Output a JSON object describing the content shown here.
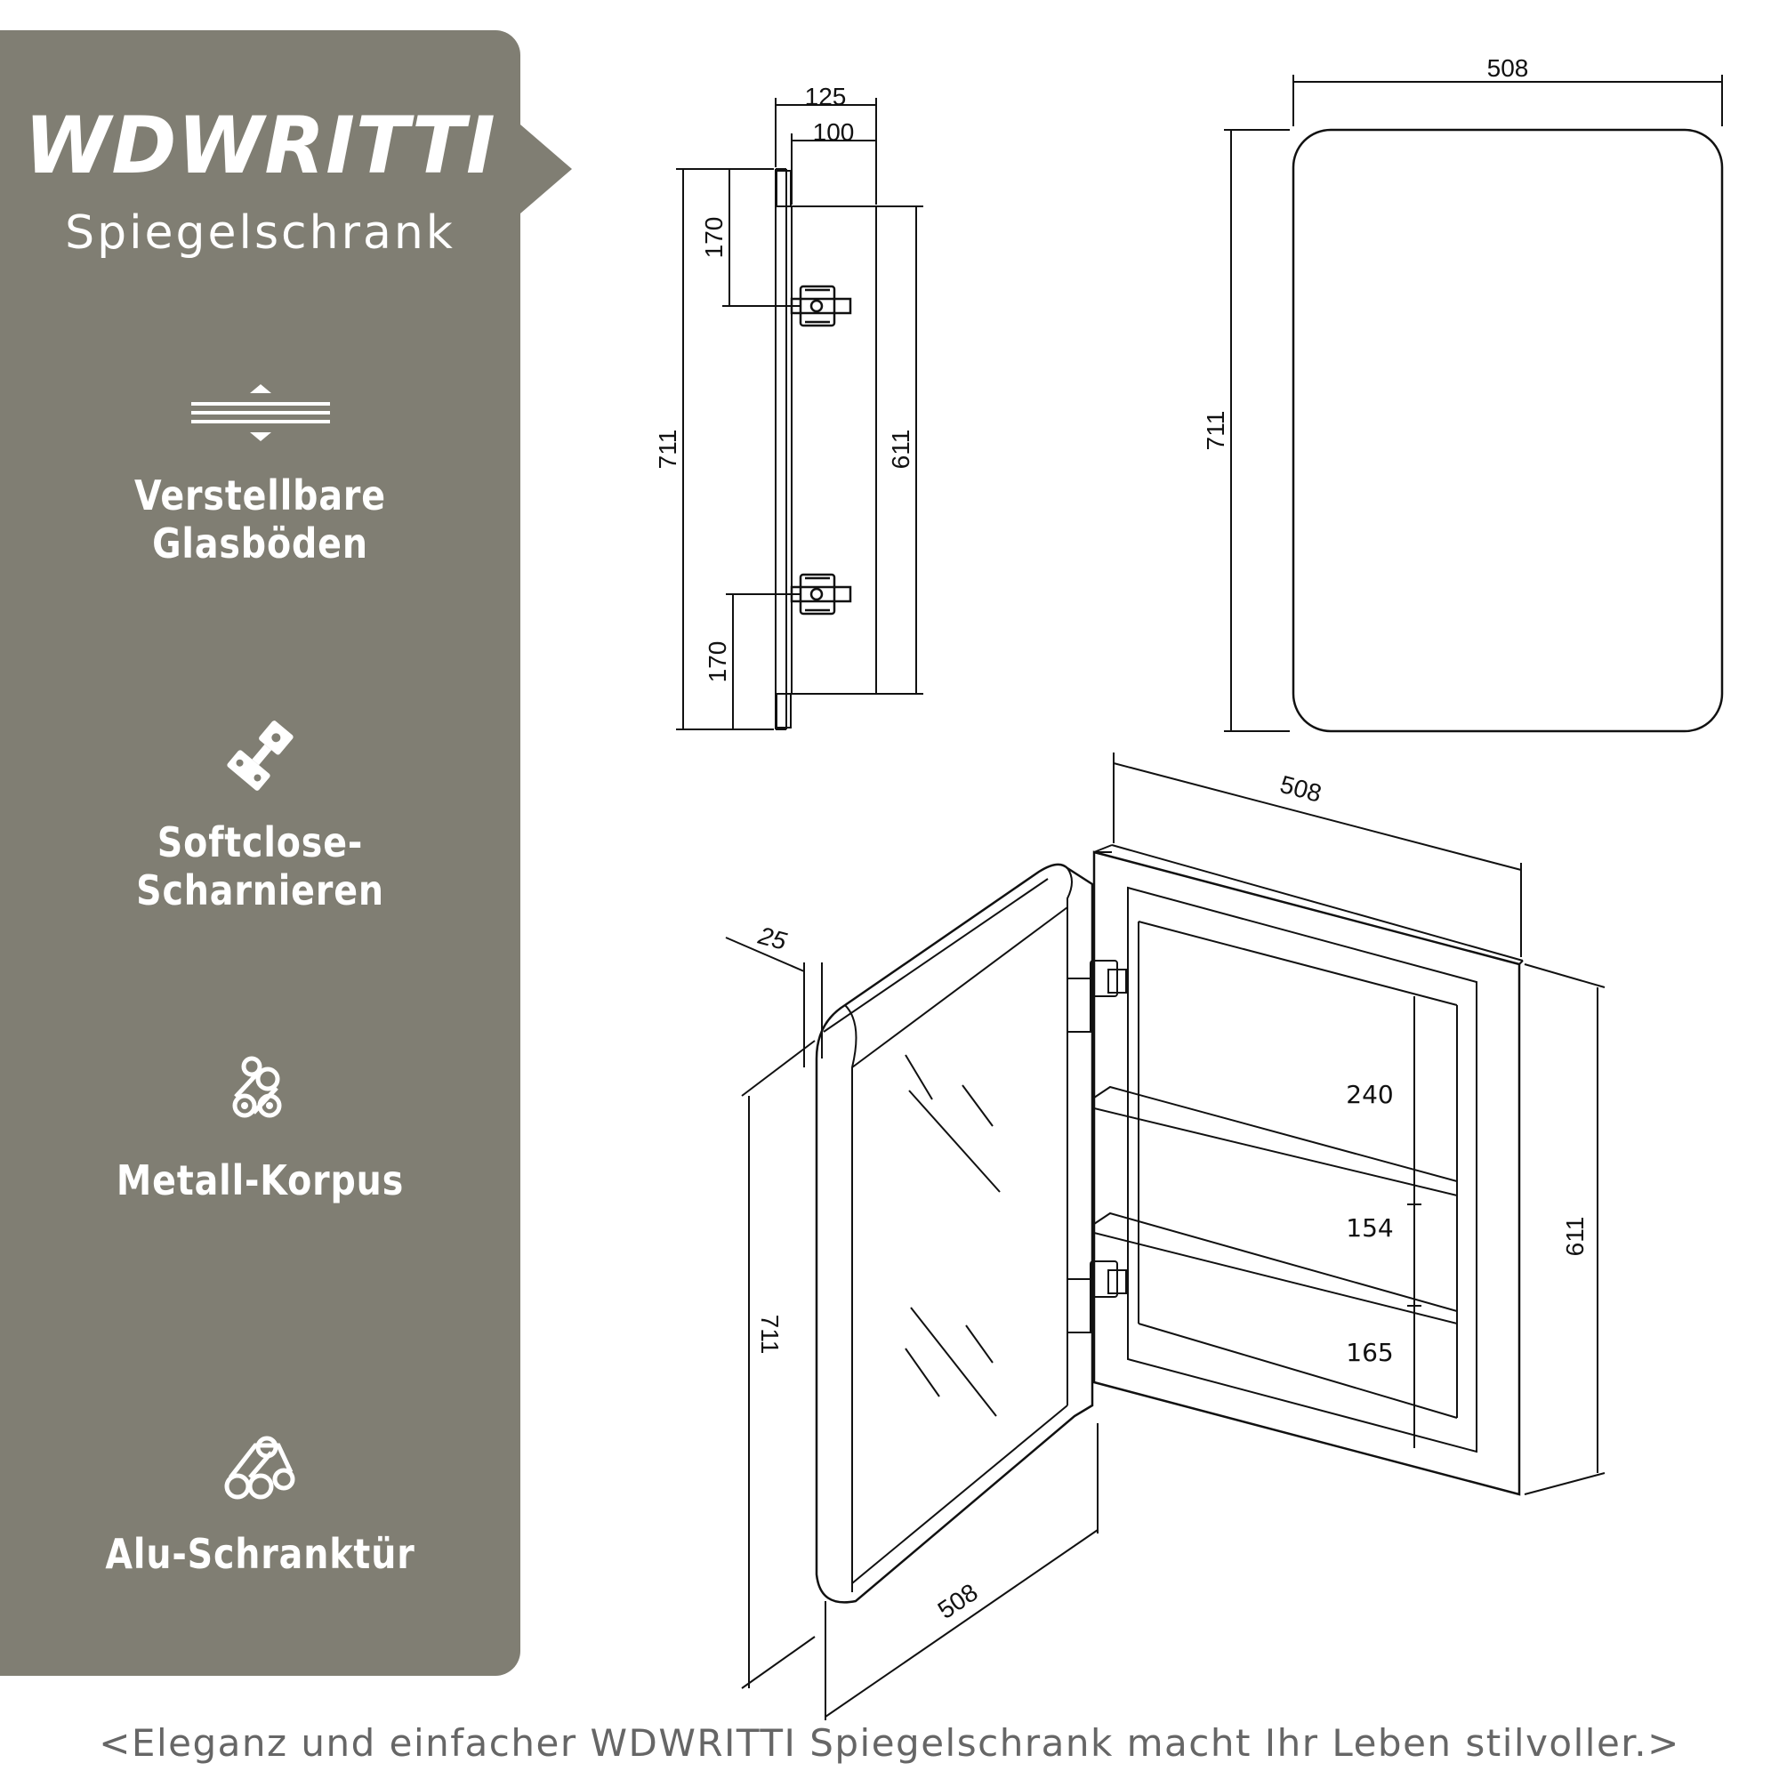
{
  "brand": {
    "name": "WDWRITTI",
    "subtitle": "Spiegelschrank"
  },
  "features": [
    {
      "icon": "adjustable-shelf-icon",
      "label": "Verstellbare Glasböden"
    },
    {
      "icon": "hinge-icon",
      "label": "Softclose-Scharnieren"
    },
    {
      "icon": "metal-rods-icon",
      "label": "Metall-Korpus"
    },
    {
      "icon": "aluminium-rods-icon",
      "label": "Alu-Schranktür"
    }
  ],
  "side_view": {
    "depth_total": "125",
    "depth_body": "100",
    "height_total": "711",
    "height_body": "611",
    "hinge_top": "170",
    "hinge_bottom": "170"
  },
  "front_view": {
    "width": "508",
    "height": "711"
  },
  "perspective_view": {
    "door_thickness": "25",
    "door_height": "711",
    "door_width": "508",
    "body_width": "508",
    "body_height": "611",
    "shelf_gap_top": "240",
    "shelf_gap_middle": "154",
    "shelf_gap_bottom": "165"
  },
  "footer": "<Eleganz und einfacher WDWRITTI Spiegelschrank macht Ihr Leben stilvoller.>"
}
